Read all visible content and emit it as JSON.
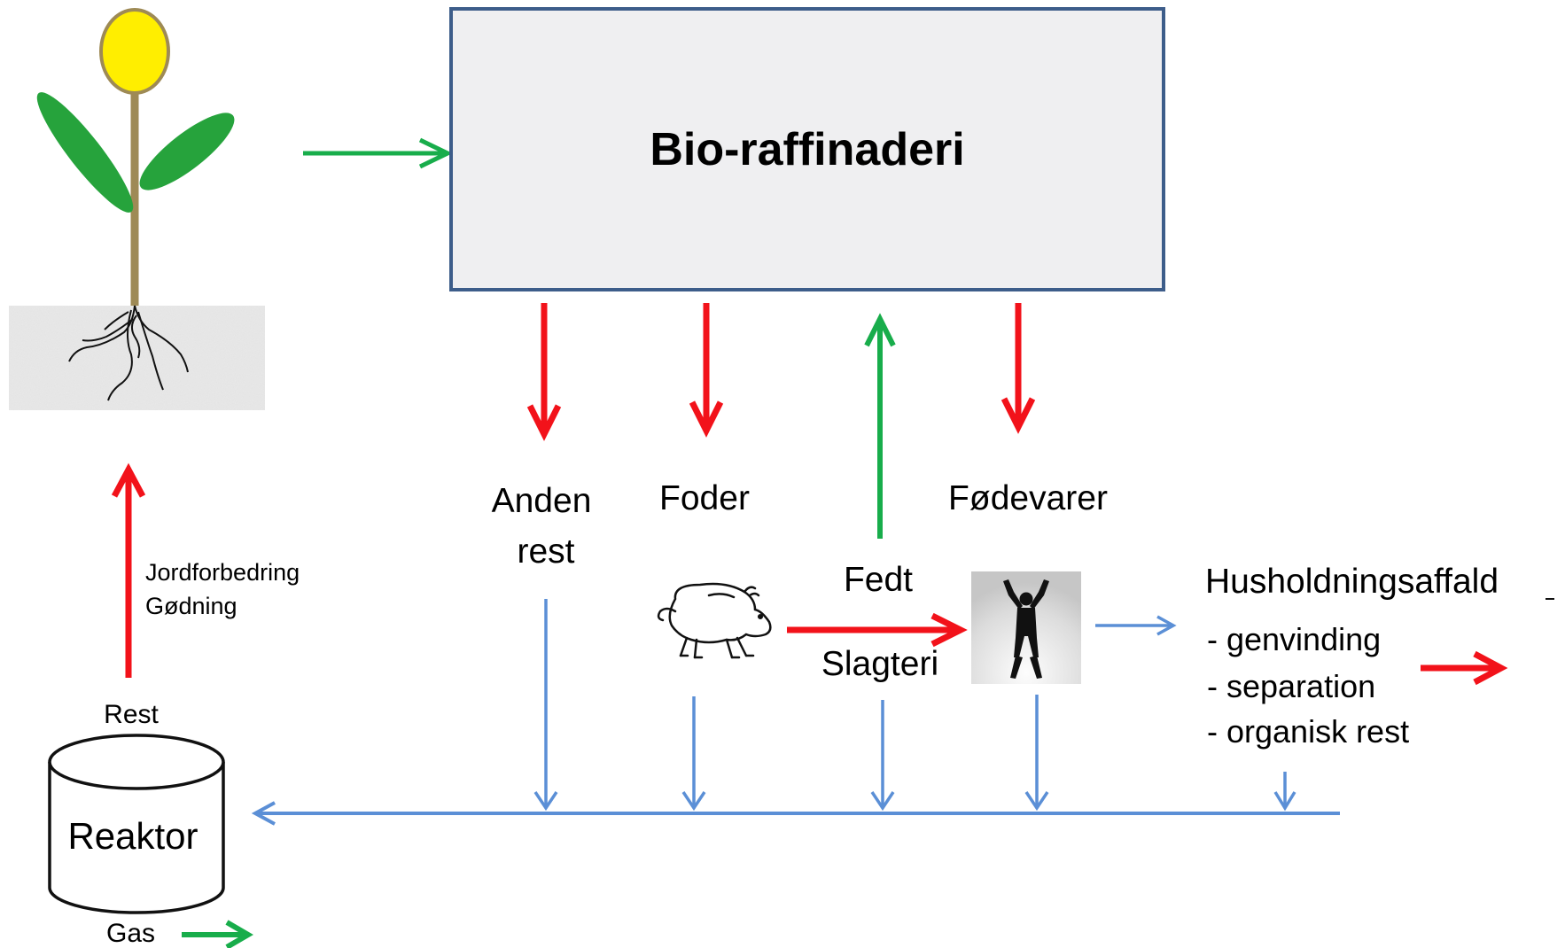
{
  "title": "Bio-raffinaderi",
  "colors": {
    "red": "#f2121a",
    "green": "#18ad4b",
    "blue": "#5b8fd6",
    "box_fill": "#efeff1",
    "box_border": "#3d5d8a",
    "flower": "#ffee00",
    "leaf": "#26a33c",
    "stem": "#9e8a55"
  },
  "labels": {
    "anden_1": "Anden",
    "anden_2": "rest",
    "foder": "Foder",
    "fodevarer": "Fødevarer",
    "fedt": "Fedt",
    "slagteri": "Slagteri",
    "jordforbedring": "Jordforbedring",
    "godning": "Gødning",
    "rest": "Rest",
    "reaktor": "Reaktor",
    "gas": "Gas",
    "husholdning": "Husholdningsaffald",
    "genvinding": "- genvinding",
    "separation": "- separation",
    "organisk": "- organisk rest"
  },
  "icons": [
    "plant-icon",
    "soil-with-roots-icon",
    "pig-icon",
    "person-silhouette-icon",
    "reactor-cylinder-icon"
  ]
}
